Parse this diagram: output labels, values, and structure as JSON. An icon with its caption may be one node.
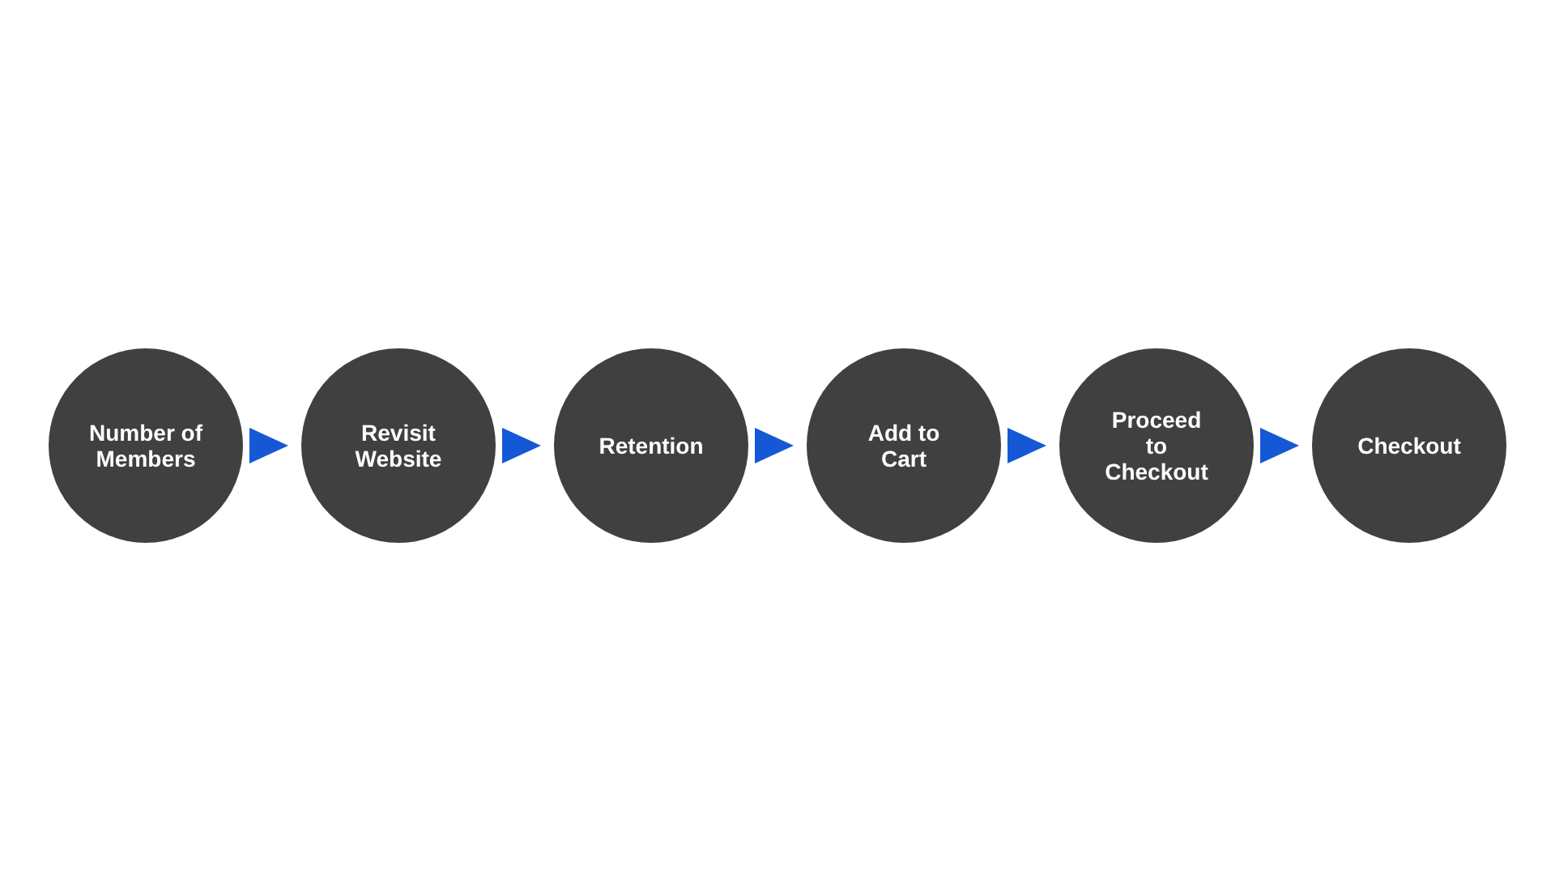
{
  "diagram": {
    "nodes": [
      {
        "text": [
          "Number of Members"
        ]
      },
      {
        "text": [
          "Revisit Website"
        ]
      },
      {
        "text": [
          "Retention"
        ]
      },
      {
        "text": [
          "Add to Cart"
        ]
      },
      {
        "text": [
          "Proceed to Checkout"
        ]
      },
      {
        "text": [
          "Checkout"
        ]
      }
    ],
    "edges": [
      {
        "from": 0,
        "to": 1,
        "arrow": "to"
      },
      {
        "from": 1,
        "to": 2,
        "arrow": "to"
      },
      {
        "from": 2,
        "to": 3,
        "arrow": "to"
      },
      {
        "from": 3,
        "to": 4,
        "arrow": "to"
      },
      {
        "from": 4,
        "to": 5,
        "arrow": "to"
      }
    ]
  }
}
